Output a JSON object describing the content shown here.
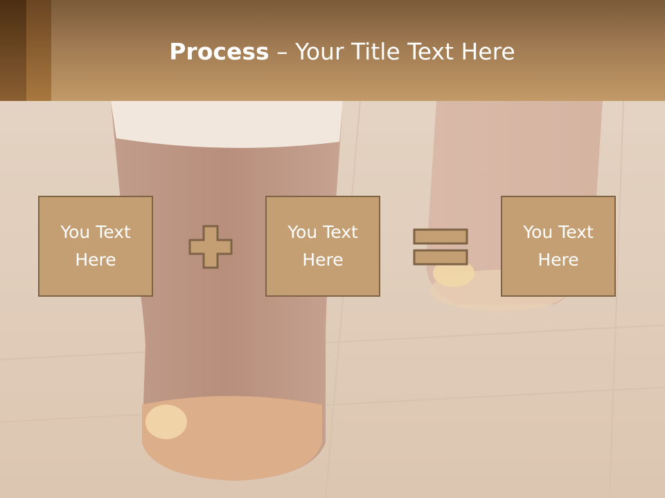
{
  "slide": {
    "title_bold": "Process",
    "title_separator": " – ",
    "title_rest": "Your Title Text Here"
  },
  "boxes": [
    {
      "text": "You Text Here"
    },
    {
      "text": "You Text Here"
    },
    {
      "text": "You Text Here"
    }
  ],
  "operators": [
    "plus-icon",
    "equals-icon"
  ],
  "colors": {
    "header": "#a07a52",
    "box_fill": "#c49f73",
    "box_border": "#7e6245",
    "text": "#ffffff"
  }
}
